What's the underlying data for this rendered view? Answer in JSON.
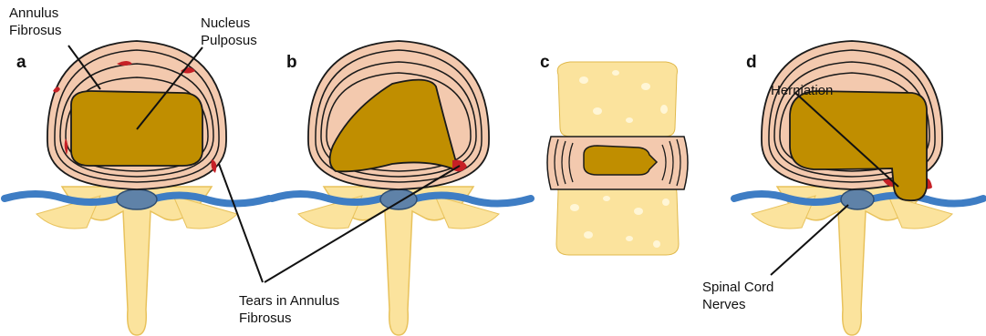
{
  "panels": [
    {
      "letter": "a"
    },
    {
      "letter": "b"
    },
    {
      "letter": "c"
    },
    {
      "letter": "d"
    }
  ],
  "labels": {
    "annulus_fibrosus": "Annulus\nFibrosus",
    "nucleus_pulposus": "Nucleus\nPulposus",
    "herniation": "Herniation",
    "tears": "Tears in Annulus\nFibrosus",
    "spinal_cord_nerves": "Spinal Cord\nNerves"
  },
  "colors": {
    "annulus": "#F3C9AE",
    "nucleus": "#C08E00",
    "bone": "#FBE39D",
    "bone_dark": "#F0CB6A",
    "nerve": "#3E7DC4",
    "cord": "#6E8FB0",
    "tear": "#C62026",
    "outline": "#1A1A1A"
  }
}
